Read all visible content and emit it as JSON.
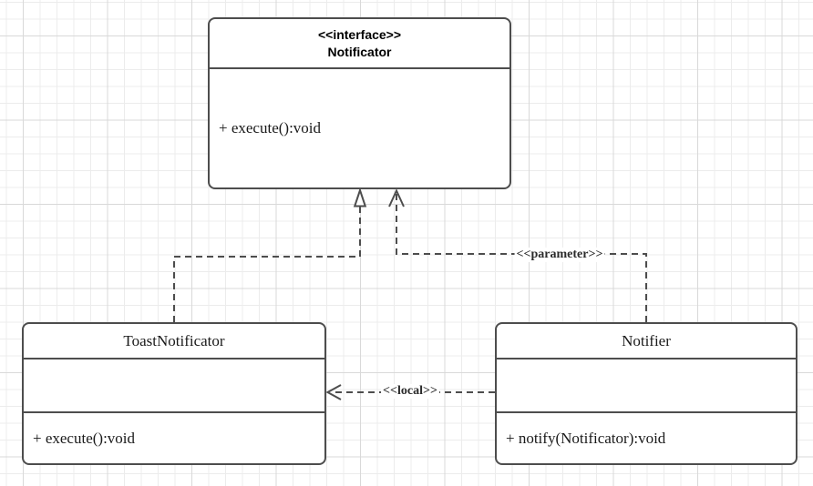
{
  "diagram": {
    "type": "uml-class-diagram",
    "classes": [
      {
        "id": "notificator",
        "stereotype": "<<interface>>",
        "name": "Notificator",
        "fields": [],
        "methods": [
          "+ execute():void"
        ]
      },
      {
        "id": "toast-notificator",
        "stereotype": "",
        "name": "ToastNotificator",
        "fields": [],
        "methods": [
          "+ execute():void"
        ]
      },
      {
        "id": "notifier",
        "stereotype": "",
        "name": "Notifier",
        "fields": [],
        "methods": [
          "+ notify(Notificator):void"
        ]
      }
    ],
    "edges": [
      {
        "type": "realization",
        "from": "ToastNotificator",
        "to": "Notificator",
        "label": "",
        "line_style": "dashed",
        "arrowhead": "hollow-triangle"
      },
      {
        "type": "dependency",
        "from": "Notifier",
        "to": "Notificator",
        "label": "<<parameter>>",
        "line_style": "dashed",
        "arrowhead": "open"
      },
      {
        "type": "dependency",
        "from": "Notifier",
        "to": "ToastNotificator",
        "label": "<<local>>",
        "line_style": "dashed",
        "arrowhead": "open"
      }
    ],
    "colors": {
      "stroke": "#4d4d4d",
      "text": "#1a1a1a",
      "title_text": "#000000",
      "background": "#ffffff",
      "grid_minor": "#ececec",
      "grid_major": "#d9d9d9"
    }
  }
}
